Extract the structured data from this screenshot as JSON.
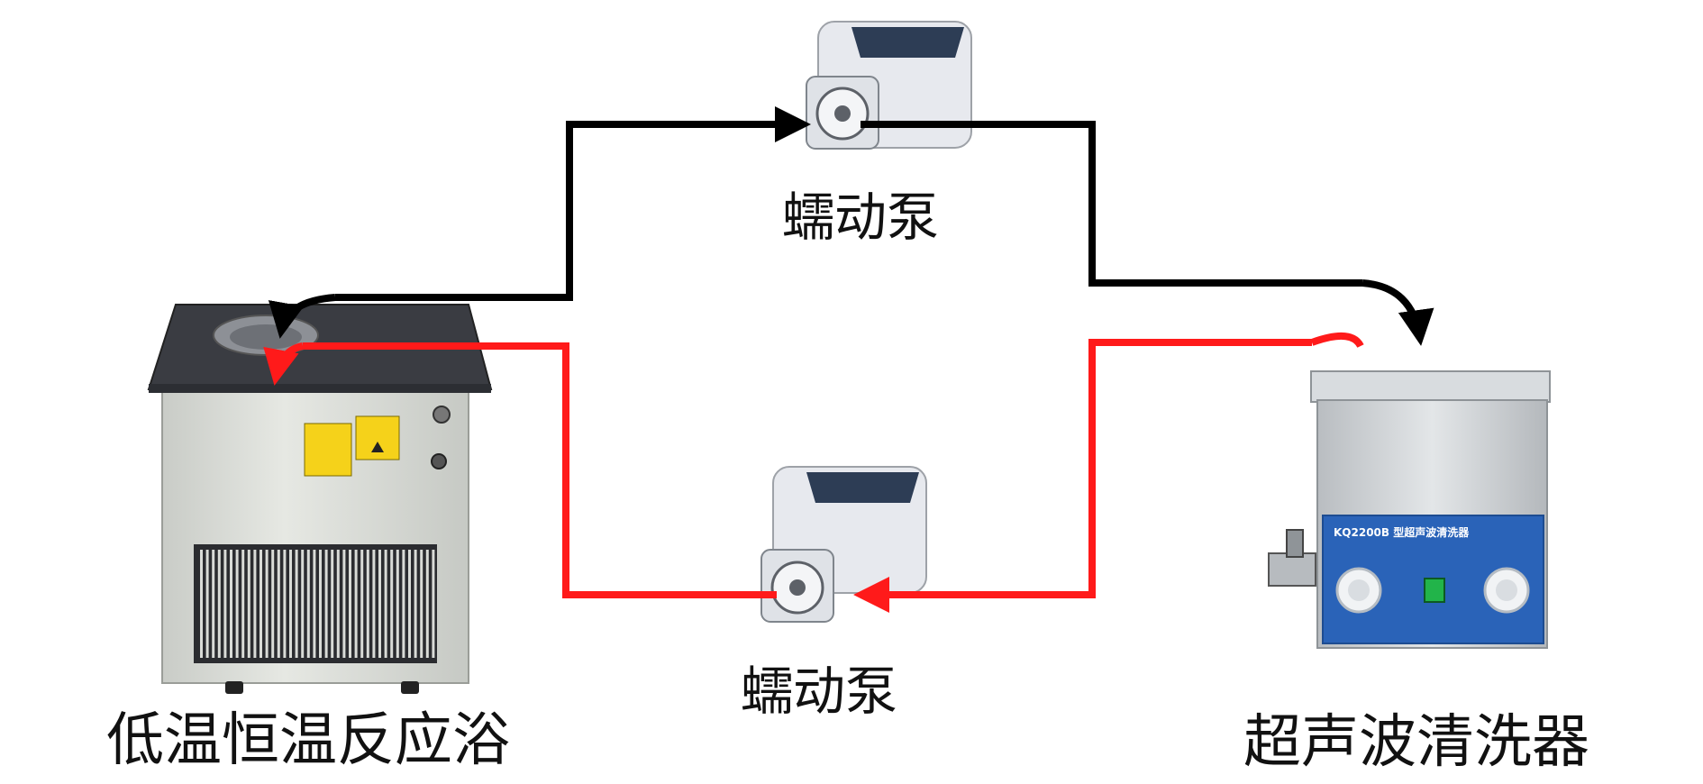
{
  "diagram": {
    "labels": {
      "pump_top": "蠕动泵",
      "pump_bottom": "蠕动泵",
      "bath": "低温恒温反应浴",
      "cleaner": "超声波清洗器"
    },
    "cleaner_panel": {
      "model": "KQ2200B 型超声波清洗器"
    },
    "colors": {
      "forward_line": "#000000",
      "return_line": "#ff1a1a",
      "panel_blue": "#2a63b8",
      "steel": "#cfd3d6"
    }
  }
}
